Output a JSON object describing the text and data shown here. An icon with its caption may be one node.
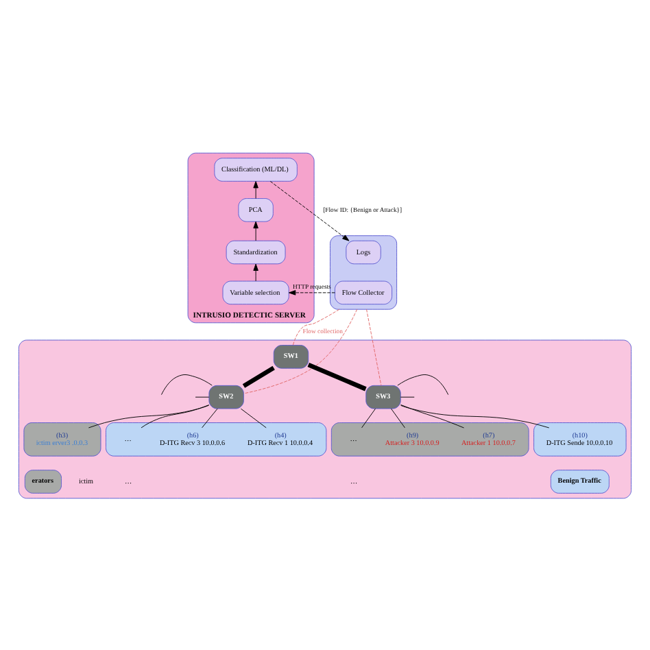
{
  "diagram": {
    "nodes": [
      {
        "text": [],
        "shape": "box"
      },
      {
        "text": [
          "Logs"
        ],
        "in": 0
      },
      {
        "text": [
          "Flow Collector"
        ],
        "in": 0
      },
      {
        "text": [
          "INTRUSIO DETECTIC SERVER"
        ]
      },
      {
        "text": [
          "Classification (ML/DL)"
        ],
        "in": 3
      },
      {
        "text": [
          "PCA"
        ],
        "in": 3
      },
      {
        "text": [
          "Standardization"
        ],
        "in": 3
      },
      {
        "text": [
          "Variable selection"
        ],
        "in": 3
      },
      {
        "text": [],
        "shape": "box"
      },
      {
        "text": [
          "SW1"
        ],
        "in": 8
      },
      {
        "text": [
          "SW2"
        ],
        "in": 8
      },
      {
        "text": [
          "SW3"
        ],
        "in": 8
      },
      {
        "text": [],
        "shape": "box",
        "in": 8
      },
      {
        "text": [
          "(h3)",
          "ictim erver3 .0.0.3"
        ],
        "in": 12
      },
      {
        "text": [],
        "shape": "box",
        "in": 8
      },
      {
        "text": [
          "(h4)",
          "D-ITG Recv 1 10.0.0.4"
        ],
        "in": 14
      },
      {
        "text": [
          "…"
        ],
        "in": 14
      },
      {
        "text": [
          "(h6)",
          "D-ITG Recv 3 10.0.0.6"
        ],
        "in": 14
      },
      {
        "text": [],
        "shape": "box",
        "in": 8
      },
      {
        "text": [
          "(h7)",
          "Attacker 1 10.0.0.7"
        ],
        "in": 18
      },
      {
        "text": [
          "…"
        ],
        "in": 18
      },
      {
        "text": [
          "(h9)",
          "Attacker 3 10.0.0.9"
        ],
        "in": 18
      },
      {
        "text": [],
        "shape": "box",
        "in": 8
      },
      {
        "text": [
          "(h10)",
          "D-ITG Sende 10.0.0.10"
        ],
        "in": 22
      },
      {
        "text": [
          "erators"
        ],
        "in": 8
      },
      {
        "text": [
          "Benign Traffic"
        ],
        "in": 8
      }
    ],
    "edges": [
      {
        "from": 4,
        "to": 1,
        "arrow": "to",
        "style": "dashed",
        "label": "[Flow ID: {Benign or Attack}]"
      },
      {
        "from": 2,
        "to": 7,
        "arrow": "to",
        "style": "dashed",
        "label": "HTTP requests"
      },
      {
        "from": 7,
        "to": 6,
        "arrow": "to"
      },
      {
        "from": 6,
        "to": 5,
        "arrow": "to"
      },
      {
        "from": 5,
        "to": 4,
        "arrow": "to"
      },
      {
        "from": 0,
        "to": 10,
        "arrow": "none",
        "style": "dashed",
        "color": "#e06666"
      },
      {
        "from": 0,
        "to": 9,
        "arrow": "none",
        "style": "dashed",
        "color": "#e06666",
        "label": "Flow collection"
      },
      {
        "from": 0,
        "to": 11,
        "arrow": "none",
        "style": "dashed",
        "color": "#e06666"
      },
      {
        "from": 9,
        "to": 10,
        "arrow": "none",
        "style": "thick"
      },
      {
        "from": 9,
        "to": 11,
        "arrow": "none",
        "style": "thick"
      },
      {
        "from": 10,
        "to": null,
        "arrow": "none"
      },
      {
        "from": 10,
        "to": null,
        "arrow": "none"
      },
      {
        "from": 10,
        "to": 13,
        "arrow": "none"
      },
      {
        "from": 10,
        "to": 15,
        "arrow": "none"
      },
      {
        "from": 10,
        "to": 16,
        "arrow": "none"
      },
      {
        "from": 10,
        "to": 17,
        "arrow": "none"
      },
      {
        "from": 11,
        "to": 19,
        "arrow": "none"
      },
      {
        "from": 11,
        "to": 20,
        "arrow": "none"
      },
      {
        "from": 11,
        "to": 21,
        "arrow": "none"
      },
      {
        "from": 11,
        "to": 23,
        "arrow": "none"
      },
      {
        "from": 11,
        "to": null,
        "arrow": "none"
      },
      {
        "from": 11,
        "to": null,
        "arrow": "none"
      }
    ],
    "labels": [
      "…",
      "ictim",
      "…"
    ]
  }
}
